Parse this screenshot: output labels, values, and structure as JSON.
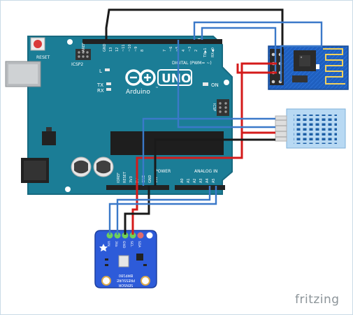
{
  "arduino": {
    "reset_label": "RESET",
    "icsp2_label": "ICSP2",
    "l_label": "L",
    "tx_label": "TX",
    "rx_label": "RX",
    "uno_label": "UNO",
    "brand_label": "Arduino",
    "tm": "™",
    "on_label": "ON",
    "digital_label": "DIGITAL (PWM= ~)",
    "icsp_label": "ICSP",
    "power_label": "POWER",
    "analog_label": "ANALOG IN",
    "aref_label": "AREF",
    "gnd_label": "GND",
    "pin13": "13",
    "pin12": "12",
    "pin11": "~11",
    "pin10": "~10",
    "pin9": "~9",
    "pin8": "8",
    "pin7": "7",
    "pin6": "~6",
    "pin5": "~5",
    "pin4": "4",
    "pin3": "~3",
    "pin2": "2",
    "pin1": "TX▶1",
    "pin0": "RX◀0",
    "ioref": "IOREF",
    "reset2": "RESET",
    "v33": "3V3",
    "v5": "5V",
    "gnd1": "GND",
    "gnd2": "GND",
    "vin": "VIN",
    "a0": "A0",
    "a1": "A1",
    "a2": "A2",
    "a3": "A3",
    "a4": "A4",
    "a5": "A5"
  },
  "bmp180": {
    "pin_vin": "VIN",
    "pin_3vo": "3Vo",
    "pin_gnd": "GND",
    "pin_scl": "SCL",
    "pin_sda": "SDA",
    "title": "BMP180",
    "line2": "PRESSURE",
    "line3": "SENSOR"
  },
  "brand": "fritzing",
  "colors": {
    "board": "#1b7d96",
    "board_edge": "#176a80",
    "wire_red": "#d41a1a",
    "wire_black": "#1a1a1a",
    "wire_blue": "#3b79c9",
    "esp_blue": "#1f5fbf",
    "dht_blue": "#b8d9f3",
    "bmp_blue": "#2d5bd9"
  }
}
